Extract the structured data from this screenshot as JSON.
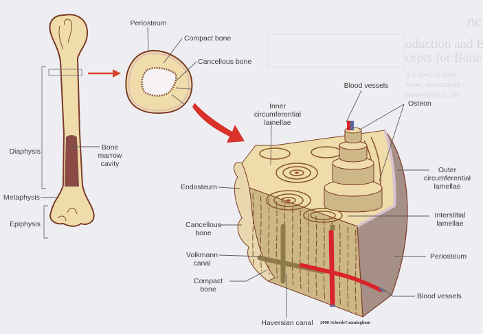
{
  "figure": {
    "title": "Structure of a long bone",
    "credit": "2008 Schenk/Cunningham"
  },
  "background_page_text": {
    "heading_fragment": "nc",
    "subheading_lines": [
      "oduction and Ear",
      "cepts for Bone"
    ],
    "body_lines": [
      "ii a special type",
      "bone, musculosk",
      "embedded in the"
    ]
  },
  "long_bone": {
    "labels": {
      "diaphysis": "Diaphysis",
      "metaphysis": "Metaphysis",
      "epiphysis": "Epiphysis",
      "marrow_line1": "Bone",
      "marrow_line2": "marrow",
      "marrow_line3": "cavity"
    }
  },
  "cross_section": {
    "labels": {
      "periosteum": "Periosteum",
      "compact_bone": "Compact bone",
      "cancellous_bone": "Cancellous bone"
    }
  },
  "wedge": {
    "labels": {
      "blood_vessels_top": "Blood vessels",
      "osteon": "Osteon",
      "inner_line1": "Inner",
      "inner_line2": "circumferential",
      "inner_line3": "lamellae",
      "outer_line1": "Outer",
      "outer_line2": "circumferential",
      "outer_line3": "lamellae",
      "interstitial_line1": "Interstitial",
      "interstitial_line2": "lamellae",
      "periosteum": "Periosteum",
      "blood_vessels_bottom": "Blood vessels",
      "endosteum": "Endosteum",
      "cancellous_line1": "Cancellous",
      "cancellous_line2": "bone",
      "volkmann_line1": "Volkmann",
      "volkmann_line2": "canal",
      "compact_line1": "Compact",
      "compact_line2": "bone",
      "haversian": "Haversian canal"
    }
  },
  "colors": {
    "bone": "#efdcaa",
    "bone_dark": "#c9b27a",
    "marrow": "#8b4a44",
    "periosteum": "#a58f86",
    "periosteum_edge": "#d9c3d0",
    "artery": "#d8242a",
    "vein": "#5a6a9a",
    "arrow": "#d9442a",
    "outline": "#7a3a28"
  }
}
